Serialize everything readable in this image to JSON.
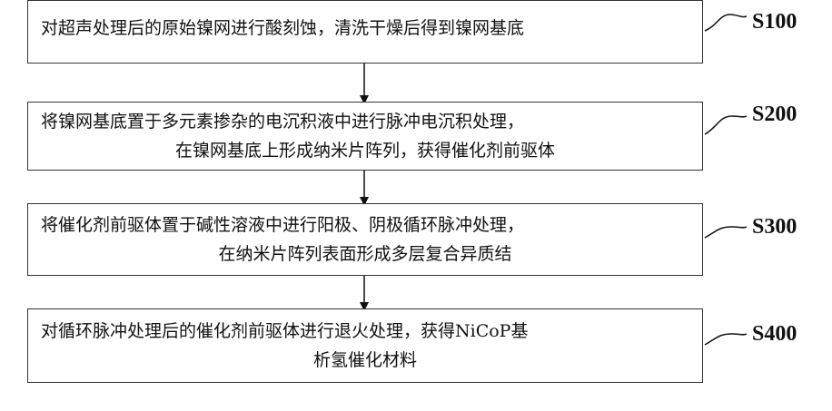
{
  "steps": [
    {
      "id": "S100",
      "lines": [
        "对超声处理后的原始镍网进行酸刻蚀，清洗干燥后得到镍网基底"
      ]
    },
    {
      "id": "S200",
      "lines": [
        "将镍网基底置于多元素掺杂的电沉积液中进行脉冲电沉积处理，",
        "在镍网基底上形成纳米片阵列，获得催化剂前驱体"
      ]
    },
    {
      "id": "S300",
      "lines": [
        "将催化剂前驱体置于碱性溶液中进行阳极、阴极循环脉冲处理，",
        "在纳米片阵列表面形成多层复合异质结"
      ]
    },
    {
      "id": "S400",
      "lines": [
        "对循环脉冲处理后的催化剂前驱体进行退火处理，获得NiCoP基",
        "析氢催化材料"
      ]
    }
  ],
  "colors": {
    "border": "#333333",
    "text": "#111111",
    "background": "#ffffff"
  }
}
